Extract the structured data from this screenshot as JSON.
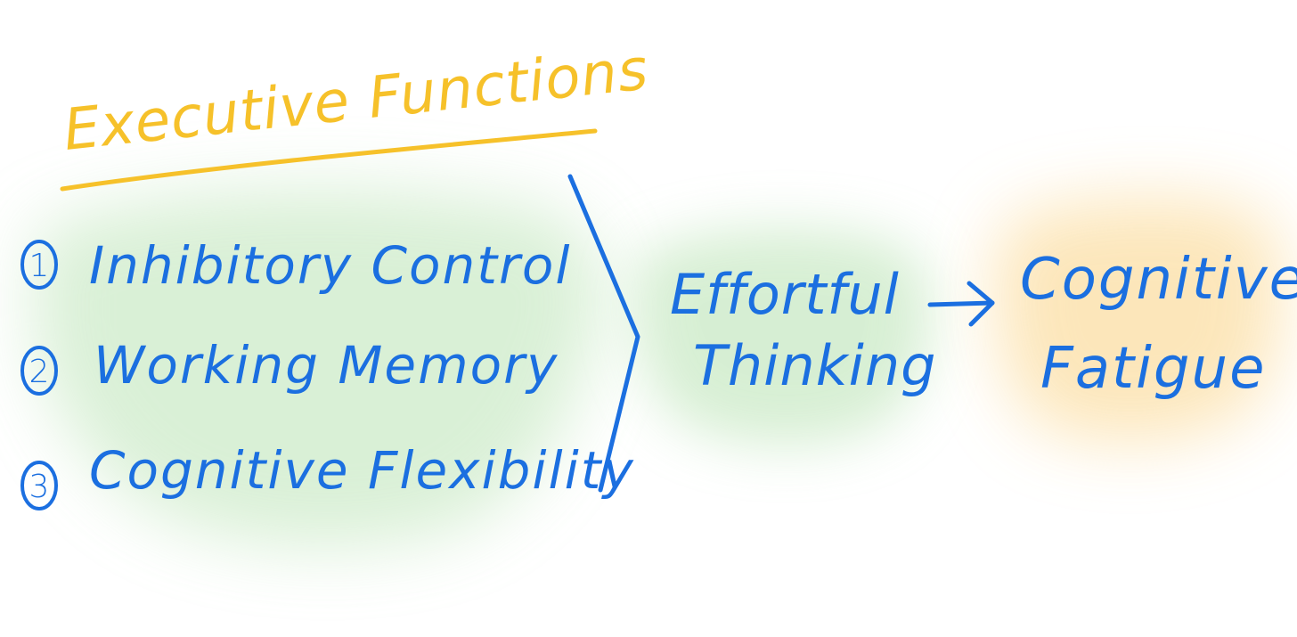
{
  "colors": {
    "title": "#F6C12A",
    "ink": "#1B6FE0",
    "green_wash": "#CDEBC9",
    "orange_wash": "#FCE2AE",
    "background": "#FFFFFF"
  },
  "title": "Executive Functions",
  "functions": [
    {
      "number": "1",
      "label": "Inhibitory Control"
    },
    {
      "number": "2",
      "label": "Working Memory"
    },
    {
      "number": "3",
      "label": "Cognitive Flexibility"
    }
  ],
  "middle": {
    "line1": "Effortful",
    "line2": "Thinking"
  },
  "outcome": {
    "line1": "Cognitive",
    "line2": "Fatigue"
  }
}
